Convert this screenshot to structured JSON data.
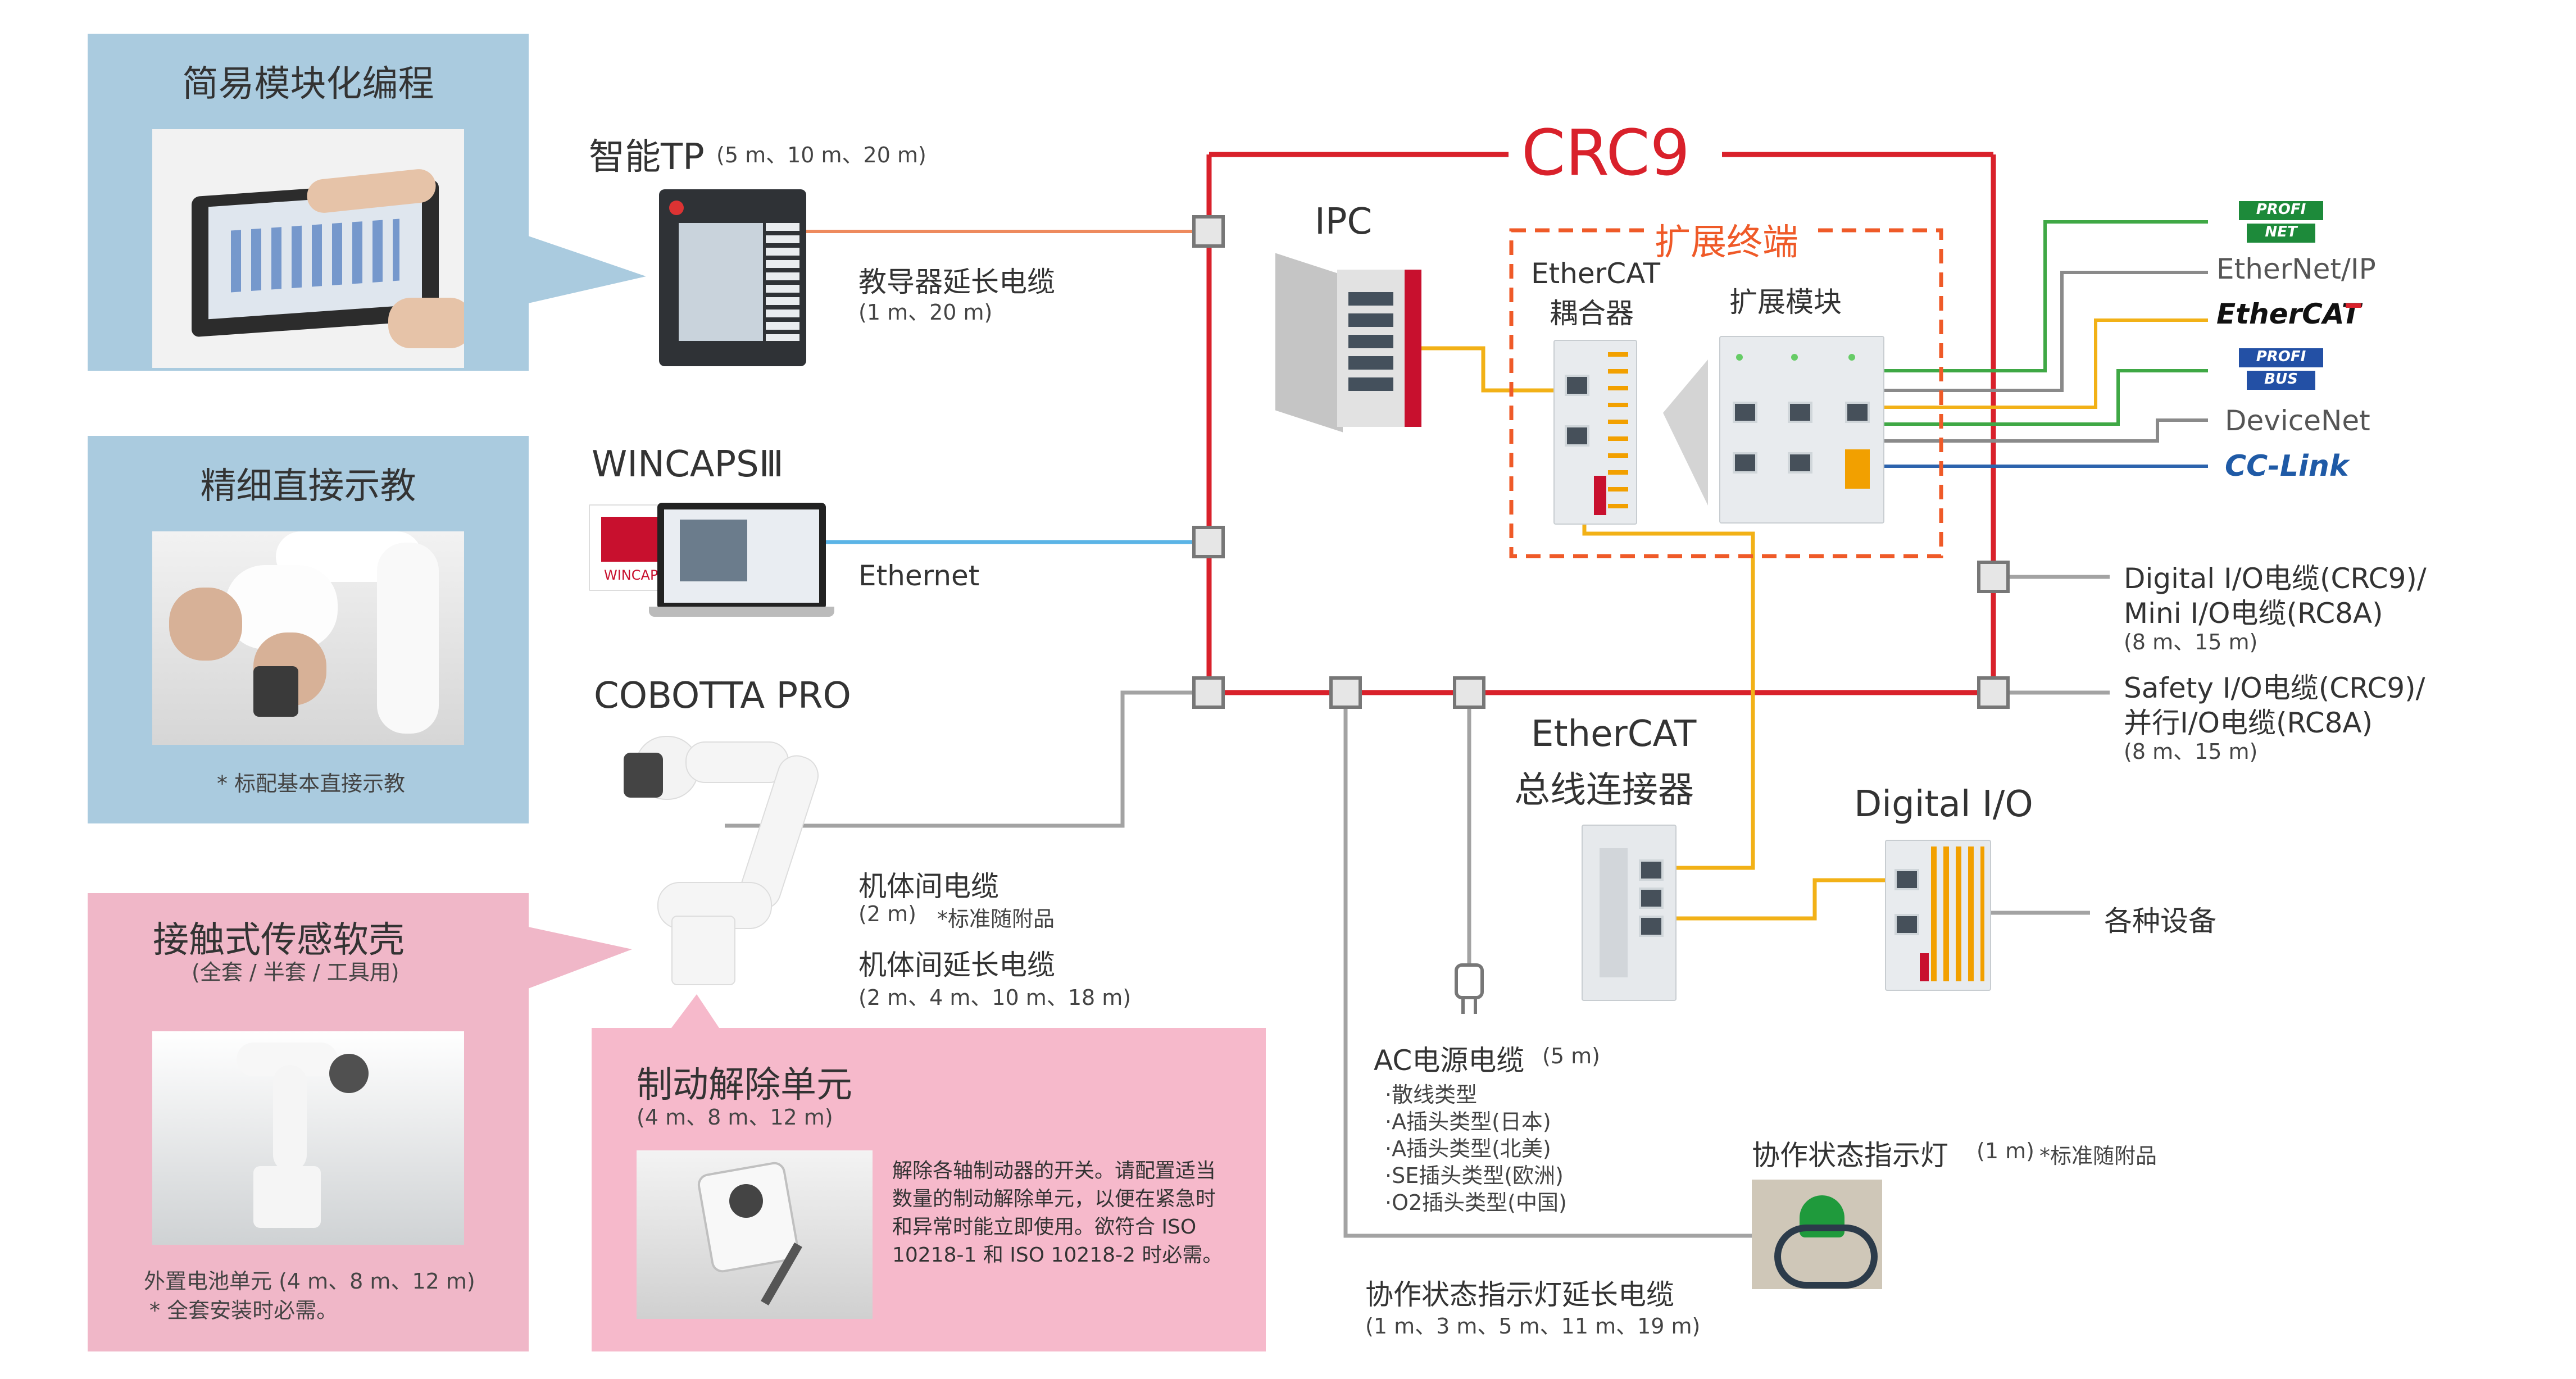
{
  "crc9": {
    "label": "CRC9"
  },
  "panels": {
    "easy_programming": {
      "title": "简易模块化编程"
    },
    "direct_teaching": {
      "title": "精细直接示教",
      "note": "* 标配基本直接示教"
    },
    "contact_sensor": {
      "title": "接触式传感软壳",
      "subtitle": "(全套 / 半套 / 工具用)",
      "battery": "外置电池单元 (4 m、8 m、12 m)",
      "battery_note": "* 全套安装时必需。"
    },
    "brake_release": {
      "title": "制动解除单元",
      "lengths": "(4 m、8 m、12 m)",
      "desc": [
        "解除各轴制动器的开关。请配置适当",
        "数量的制动解除单元，以便在紧急时",
        "和异常时能立即使用。欲符合 ISO",
        "10218-1 和 ISO 10218-2 时必需。"
      ]
    }
  },
  "devices": {
    "smart_tp": {
      "name": "智能TP",
      "lengths": "(5 m、10 m、20 m)"
    },
    "wincaps": {
      "name": "WINCAPSⅢ",
      "screen_text": "WINCAPS"
    },
    "cobotta": {
      "name": "COBOTTA PRO"
    },
    "ipc": {
      "name": "IPC"
    },
    "expansion_terminal": {
      "title": "扩展终端",
      "coupler_line1": "EtherCAT",
      "coupler_line2": "耦合器",
      "module": "扩展模块"
    },
    "ethercat_junction": {
      "line1": "EtherCAT",
      "line2": "总线连接器"
    },
    "digital_io": {
      "name": "Digital I/O"
    }
  },
  "cables": {
    "tp_ext": {
      "label": "教导器延长电缆",
      "lengths": "(1 m、20 m)"
    },
    "ethernet": {
      "label": "Ethernet"
    },
    "robot_cable": {
      "label": "机体间电缆",
      "lengths": "(2 m)",
      "note": "*标准随附品"
    },
    "robot_ext": {
      "label": "机体间延长电缆",
      "lengths": "(2 m、4 m、10 m、18 m)"
    },
    "digital_io_cable": {
      "line1": "Digital I/O电缆(CRC9)/",
      "line2": "Mini I/O电缆(RC8A)",
      "lengths": "(8 m、15 m)"
    },
    "safety_io_cable": {
      "line1": "Safety I/O电缆(CRC9)/",
      "line2": "并行I/O电缆(RC8A)",
      "lengths": "(8 m、15 m)"
    },
    "ac_power": {
      "label": "AC电源电缆",
      "lengths": "(5 m)",
      "types": [
        "·散线类型",
        "·A插头类型(日本)",
        "·A插头类型(北美)",
        "·SE插头类型(欧洲)",
        "·O2插头类型(中国)"
      ]
    },
    "indicator_ext": {
      "label": "协作状态指示灯延长电缆",
      "lengths": "(1 m、3 m、5 m、11 m、19 m)"
    },
    "indicator": {
      "label": "协作状态指示灯",
      "lengths": "(1 m)",
      "note": "*标准随附品"
    },
    "various": {
      "label": "各种设备"
    }
  },
  "fieldbus": [
    {
      "name": "PROFINET",
      "top": "PROFI",
      "bottom": "NET",
      "color": "#1d8a3a"
    },
    {
      "name": "EtherNet/IP",
      "color": "#555555"
    },
    {
      "name": "EtherCAT",
      "color": "#111111"
    },
    {
      "name": "PROFIBUS",
      "top": "PROFI",
      "bottom": "BUS",
      "color": "#2350a5"
    },
    {
      "name": "DeviceNet",
      "color": "#555555"
    },
    {
      "name": "CC-Link",
      "color": "#1f5aa6"
    }
  ],
  "colors": {
    "crc9_red": "#d9212b",
    "ethercat_yellow": "#f2b117",
    "ethernet_blue": "#5bb4e6",
    "tp_orange": "#ee8a5e",
    "cable_gray": "#a3a3a3",
    "fieldbus_green": "#3fa845",
    "fieldbus_blue": "#2c63ad",
    "expansion_orange": "#ef5a28"
  }
}
